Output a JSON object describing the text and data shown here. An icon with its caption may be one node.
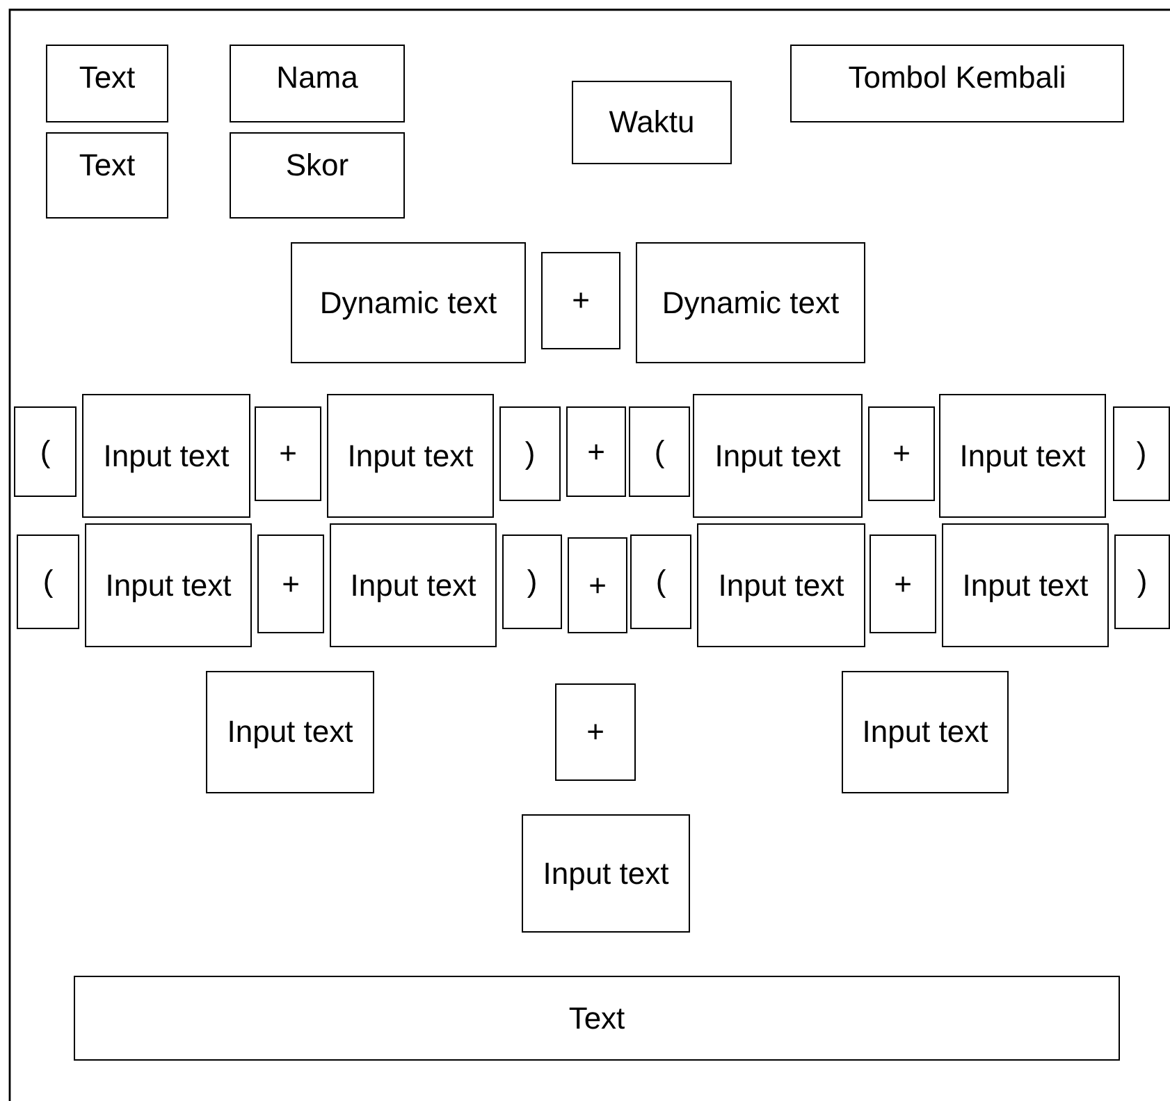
{
  "diagram": {
    "nodes": [
      {
        "text": [
          "Text"
        ]
      },
      {
        "text": [
          "Nama"
        ]
      },
      {
        "text": [
          "Waktu"
        ]
      },
      {
        "text": [
          "Tombol Kembali"
        ]
      },
      {
        "text": [
          "Text"
        ]
      },
      {
        "text": [
          "Skor"
        ]
      },
      {
        "text": [
          "Dynamic text"
        ]
      },
      {
        "text": [
          "+"
        ]
      },
      {
        "text": [
          "Dynamic text"
        ]
      },
      {
        "text": [
          "("
        ]
      },
      {
        "text": [
          "Input text"
        ]
      },
      {
        "text": [
          "+"
        ]
      },
      {
        "text": [
          "Input text"
        ]
      },
      {
        "text": [
          ")"
        ]
      },
      {
        "text": [
          "+"
        ]
      },
      {
        "text": [
          "("
        ]
      },
      {
        "text": [
          "Input text"
        ]
      },
      {
        "text": [
          "+"
        ]
      },
      {
        "text": [
          "Input text"
        ]
      },
      {
        "text": [
          ")"
        ]
      },
      {
        "text": [
          "("
        ]
      },
      {
        "text": [
          "Input text"
        ]
      },
      {
        "text": [
          "+"
        ]
      },
      {
        "text": [
          "Input text"
        ]
      },
      {
        "text": [
          ")"
        ]
      },
      {
        "text": [
          "+"
        ]
      },
      {
        "text": [
          "("
        ]
      },
      {
        "text": [
          "Input text"
        ]
      },
      {
        "text": [
          "+"
        ]
      },
      {
        "text": [
          "Input text"
        ]
      },
      {
        "text": [
          ")"
        ]
      },
      {
        "text": [
          "Input text"
        ]
      },
      {
        "text": [
          "+"
        ]
      },
      {
        "text": [
          "Input text"
        ]
      },
      {
        "text": [
          "Input text"
        ]
      },
      {
        "text": [
          "Text"
        ]
      }
    ]
  }
}
